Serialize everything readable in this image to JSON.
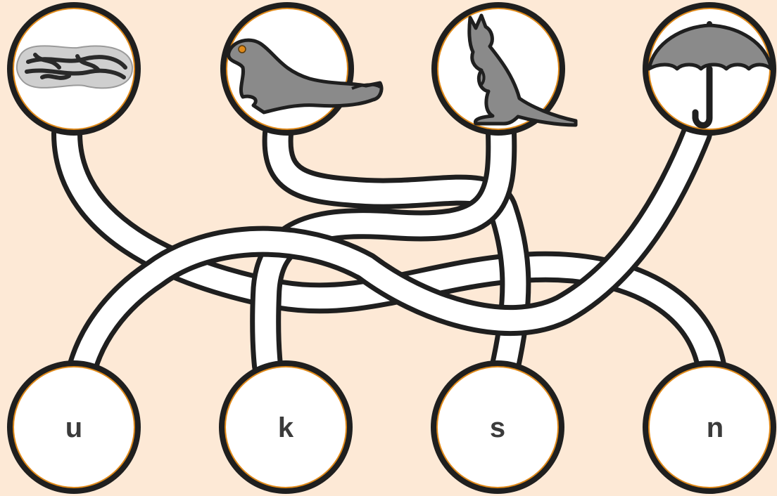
{
  "pictures": [
    {
      "name": "peanut",
      "icon": "peanut-icon"
    },
    {
      "name": "seal",
      "icon": "seal-icon"
    },
    {
      "name": "kangaroo",
      "icon": "kangaroo-icon"
    },
    {
      "name": "umbrella",
      "icon": "umbrella-icon"
    }
  ],
  "letters": [
    "u",
    "k",
    "s",
    "n"
  ],
  "colors": {
    "background": "#fde9d6",
    "outline": "#1f1f1f",
    "circle_fill": "#ffffff",
    "circle_ring": "#e08a1a",
    "icon_fill": "#8a8a8a"
  }
}
